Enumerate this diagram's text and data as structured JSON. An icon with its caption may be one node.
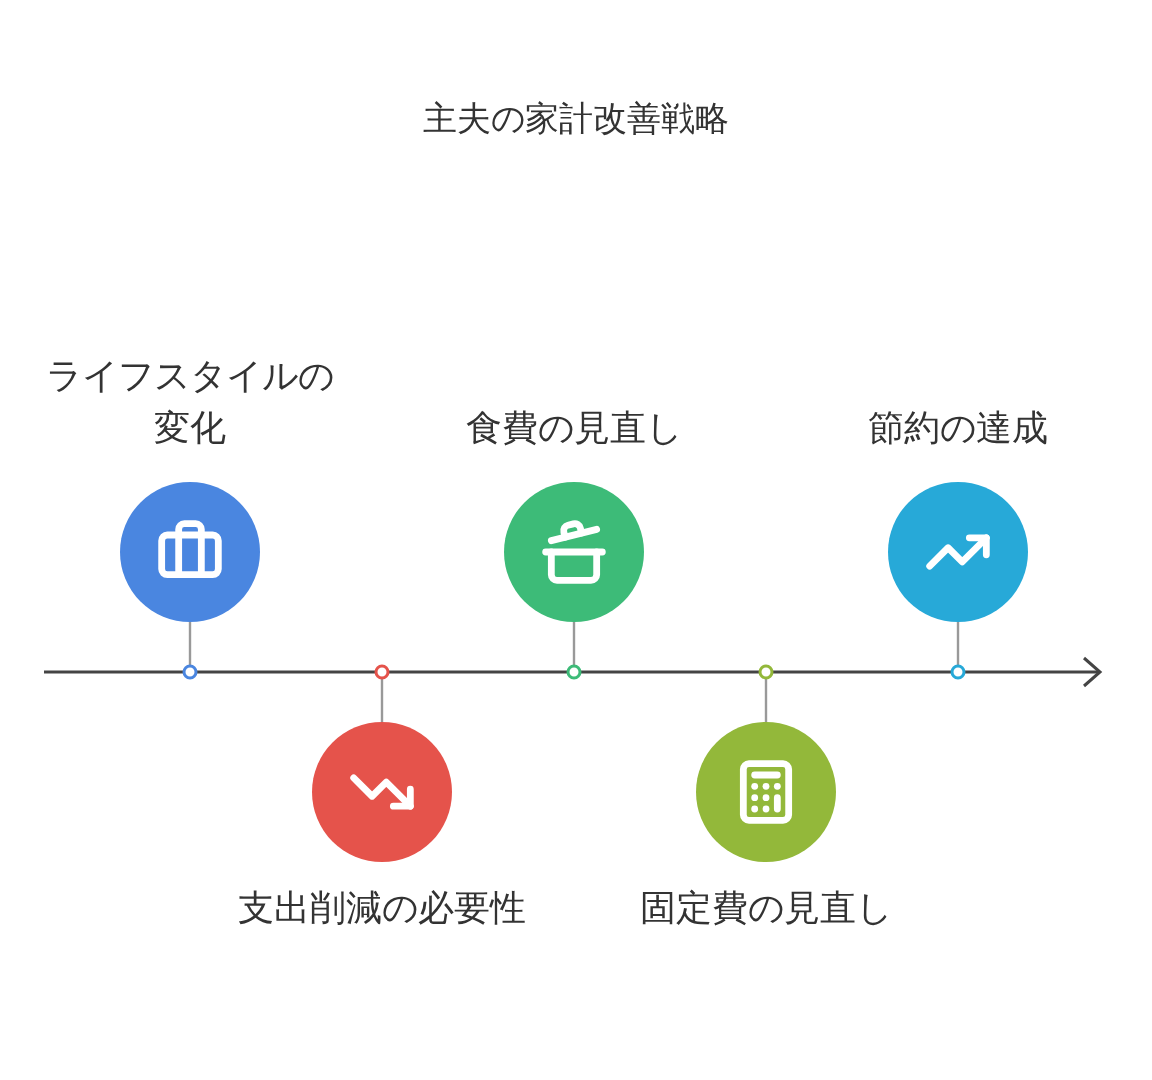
{
  "diagram": {
    "title": "主夫の家計改善戦略",
    "nodes": [
      {
        "text": [],
        "shape": "circle",
        "beside": [
          "ライフスタイルの変化"
        ]
      },
      {
        "text": [],
        "shape": "circle",
        "beside": [
          "支出削減の必要性"
        ]
      },
      {
        "text": [],
        "shape": "circle",
        "beside": [
          "食費の見直し"
        ]
      },
      {
        "text": [],
        "shape": "circle",
        "beside": [
          "固定費の見直し"
        ]
      },
      {
        "text": [],
        "shape": "circle",
        "beside": [
          "節約の達成"
        ]
      }
    ]
  }
}
